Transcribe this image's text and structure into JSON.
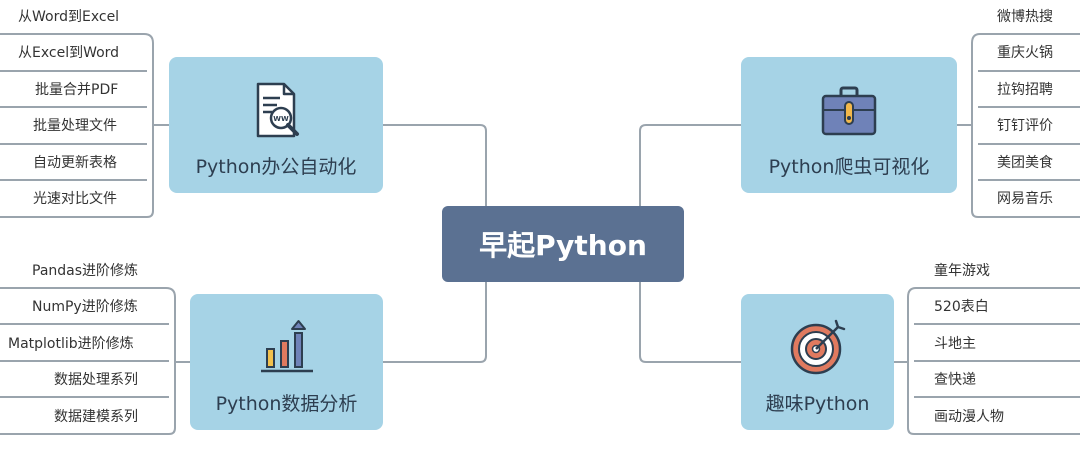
{
  "center": {
    "label": "早起Python"
  },
  "branches": {
    "office": {
      "label": "Python办公自动化",
      "leaves": [
        "从Word到Excel",
        "从Excel到Word",
        "批量合并PDF",
        "批量处理文件",
        "自动更新表格",
        "光速对比文件"
      ]
    },
    "crawler": {
      "label": "Python爬虫可视化",
      "leaves": [
        "微博热搜",
        "重庆火锅",
        "拉钩招聘",
        "钉钉评价",
        "美团美食",
        "网易音乐"
      ]
    },
    "analysis": {
      "label": "Python数据分析",
      "leaves": [
        "Pandas进阶修炼",
        "NumPy进阶修炼",
        "Matplotlib进阶修炼",
        "数据处理系列",
        "数据建模系列"
      ]
    },
    "fun": {
      "label": "趣味Python",
      "leaves": [
        "童年游戏",
        "520表白",
        "斗地主",
        "查快递",
        "画动漫人物"
      ]
    }
  },
  "colors": {
    "center_fill": "#5b7192",
    "branch_fill": "#a6d3e6",
    "connector": "#9aa4ad"
  },
  "icons": {
    "office": "document-search-icon",
    "crawler": "briefcase-icon",
    "analysis": "bar-chart-icon",
    "fun": "target-icon"
  }
}
